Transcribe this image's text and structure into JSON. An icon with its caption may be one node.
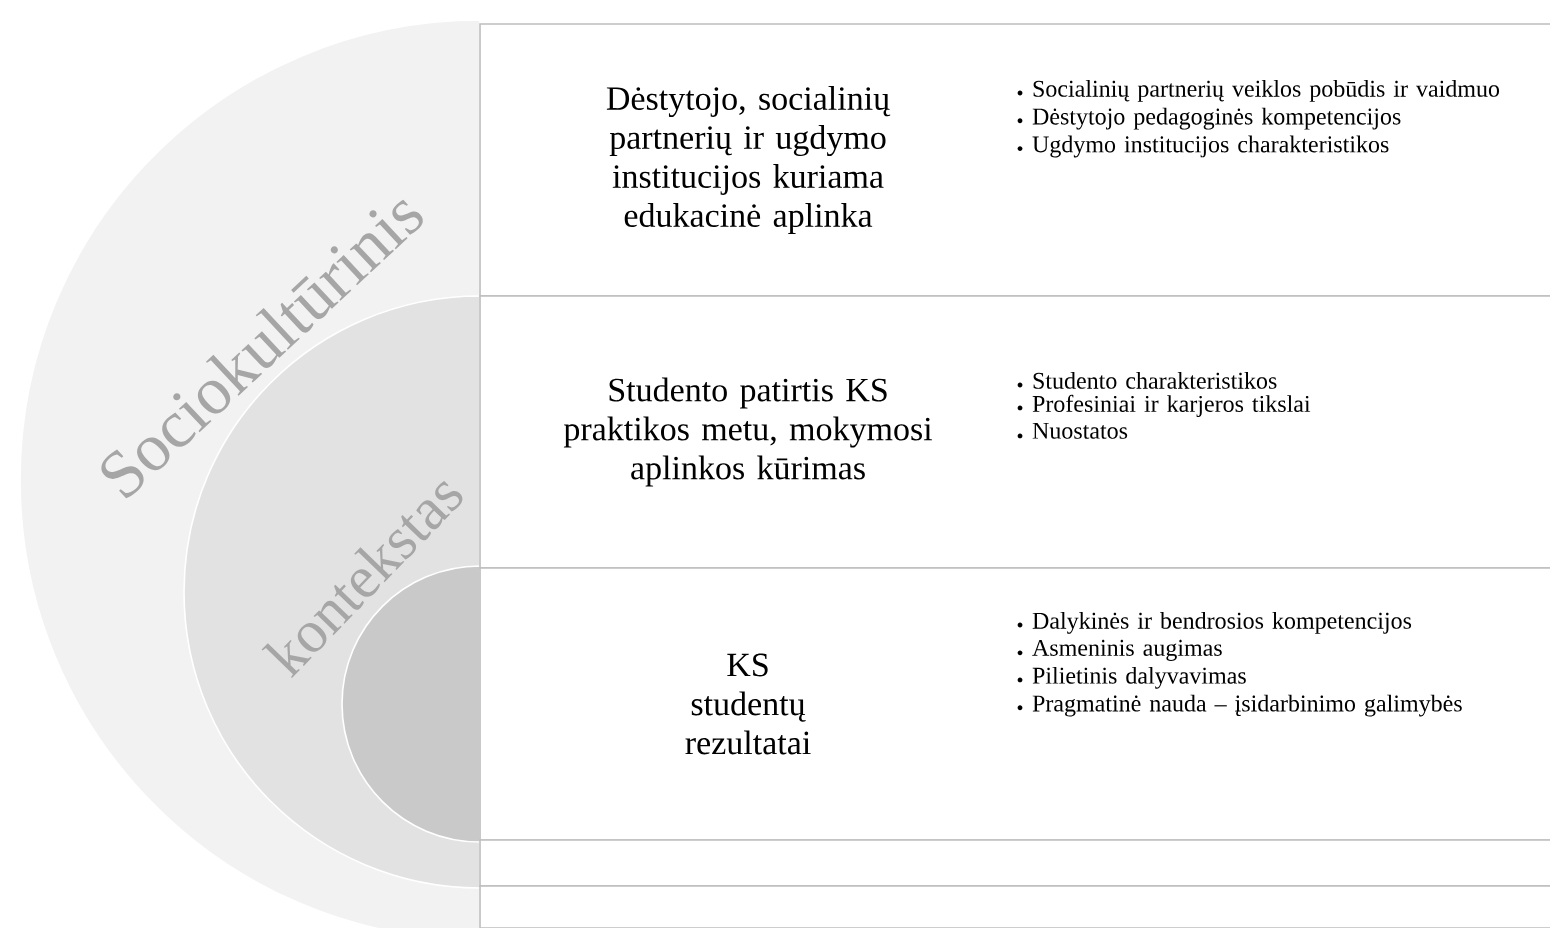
{
  "diagram": {
    "nodes": [
      {
        "text": [
          "Sociokultūrinis"
        ]
      },
      {
        "text": [
          "kontekstas"
        ],
        "in": 0
      },
      {
        "text": [],
        "shape": "circle",
        "in": 1
      },
      {
        "text": [
          "Dėstytojo, socialinių partnerių ir ugdymo institucijos kuriama edukacinė aplinka",
          "Socialinių partnerių veiklos pobūdis ir vaidmuo",
          "Dėstytojo pedagoginės kompetencijos",
          "Ugdymo institucijos charakteristikos"
        ]
      },
      {
        "text": [
          "Studento patirtis KS praktikos metu, mokymosi aplinkos kūrimas",
          "Studento charakteristikos",
          "Profesiniai ir karjeros tikslai",
          "Nuostatos"
        ]
      },
      {
        "text": [
          "KS studentų rezultatai",
          "Dalykinės ir bendrosios kompetencijos",
          "Asmeninis augimas",
          "Pilietinis dalyvavimas",
          "Pragmatinė nauda – įsidarbinimo galimybės"
        ]
      },
      {
        "text": [],
        "shape": "box"
      },
      {
        "text": [],
        "shape": "box"
      }
    ]
  }
}
